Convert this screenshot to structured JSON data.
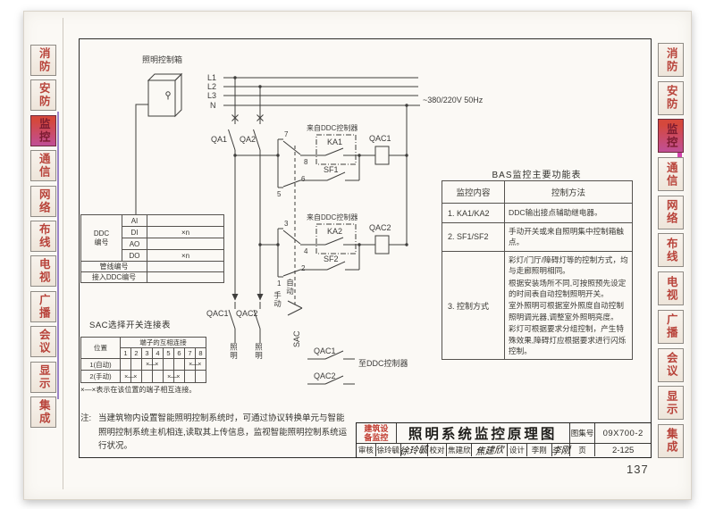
{
  "page": {
    "folio": "137"
  },
  "sidebar": {
    "items": [
      {
        "label": "消防"
      },
      {
        "label": "安防"
      },
      {
        "label": "监控"
      },
      {
        "label": "通信"
      },
      {
        "label": "网络"
      },
      {
        "label": "布线"
      },
      {
        "label": "电视"
      },
      {
        "label": "广播"
      },
      {
        "label": "会议"
      },
      {
        "label": "显示"
      },
      {
        "label": "集成"
      }
    ]
  },
  "diagram": {
    "control_box": "照明控制箱",
    "l1": "L1",
    "l2": "L2",
    "l3": "L3",
    "n": "N",
    "voltage": "~380/220V 50Hz",
    "qa1": "QA1",
    "qa2": "QA2",
    "from_ddc": "来自DDC控制器",
    "ka1": "KA1",
    "ka2": "KA2",
    "sf1": "SF1",
    "sf2": "SF2",
    "qac1": "QAC1",
    "qac2": "QAC2",
    "t7": "7",
    "t8": "8",
    "t5": "5",
    "t6": "6",
    "t3": "3",
    "t4": "4",
    "t1": "1",
    "t2": "2",
    "auto": "自动",
    "manual": "手动",
    "sac": "SAC",
    "lighting": "照明",
    "to_ddc": "至DDC控制器"
  },
  "ddc_table": {
    "group_line1": "DDC",
    "group_line2": "编号",
    "points": [
      {
        "t": "AI",
        "v": ""
      },
      {
        "t": "DI",
        "v": "×n"
      },
      {
        "t": "AO",
        "v": ""
      },
      {
        "t": "DO",
        "v": "×n"
      }
    ],
    "pipe_label": "管线编号",
    "pipe_value": "",
    "access_label": "接入DDC编号",
    "access_value": ""
  },
  "sac_table": {
    "title": "SAC选择开关连接表",
    "pos_header": "位置",
    "conn_header": "端子的互相连接",
    "cols": [
      "1",
      "2",
      "3",
      "4",
      "5",
      "6",
      "7",
      "8"
    ],
    "rows": [
      {
        "label": "1(自动)",
        "connections": [
          [
            3,
            4
          ],
          [
            7,
            8
          ]
        ]
      },
      {
        "label": "2(手动)",
        "connections": [
          [
            1,
            2
          ],
          [
            5,
            6
          ]
        ]
      }
    ],
    "mark": "×—×",
    "legend": "×—×表示在该位置的端子相互连接。"
  },
  "bas_table": {
    "title": "BAS监控主要功能表",
    "headers": [
      "监控内容",
      "控制方法"
    ],
    "rows": [
      {
        "item": "1. KA1/KA2",
        "lines": [
          "DDC输出接点辅助继电器。"
        ]
      },
      {
        "item": "2. SF1/SF2",
        "lines": [
          "手动开关或来自照明集中控制箱触点。"
        ]
      },
      {
        "item": "3. 控制方式",
        "lines": [
          "彩灯/门厅/障碍灯等的控制方式，均与走廊照明相同。",
          "根据安装场所不同,可按照预先设定的时间表自动控制照明开关。",
          "室外照明可根据室外照度自动控制照明调光器,调整室外照明亮度。",
          "彩灯可根据要求分组控制，产生特殊效果,障碍灯应根据要求进行闪烁控制。"
        ]
      }
    ]
  },
  "note": {
    "prefix": "注:",
    "text": "当建筑物内设置智能照明控制系统时，可通过协议转换单元与智能照明控制系统主机相连,读取其上传信息，监视智能照明控制系统运行状况。"
  },
  "title_block": {
    "category": "建筑设备监控",
    "title": "照明系统监控原理图",
    "atlas_label": "图集号",
    "atlas_no": "09X700-2",
    "page_label": "页",
    "page_no": "2-125",
    "review_label": "审核",
    "reviewer": "徐玲毓",
    "reviewer_sig": "徐玲毓",
    "proof_label": "校对",
    "proofreader": "焦建欣",
    "proofreader_sig": "焦建欣",
    "design_label": "设计",
    "designer": "李刚",
    "designer_sig": "李刚"
  }
}
